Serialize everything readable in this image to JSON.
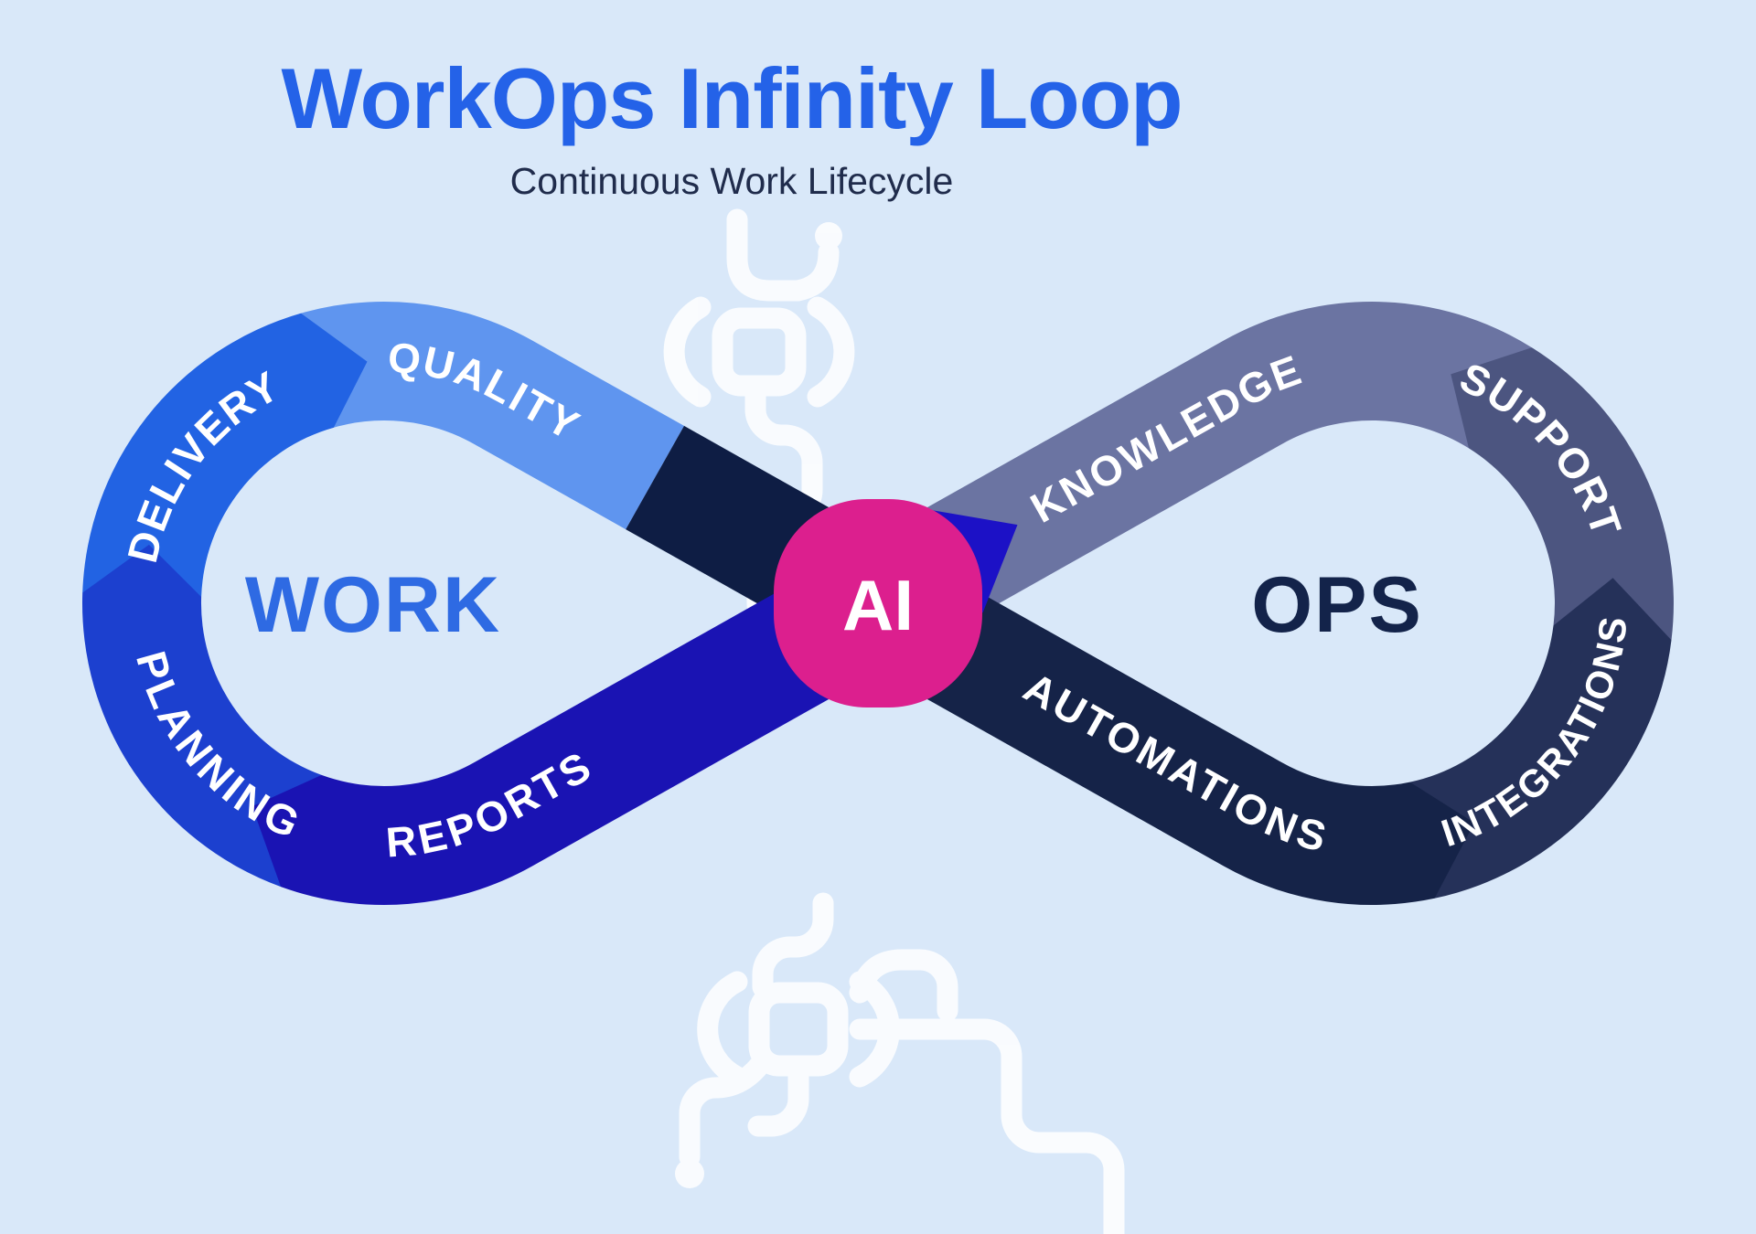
{
  "header": {
    "title": "WorkOps Infinity Loop",
    "title_color": "#2462e8",
    "subtitle": "Continuous Work Lifecycle",
    "subtitle_color": "#202c4c"
  },
  "diagram": {
    "background_color": "#d9e8f9",
    "left_loop": {
      "center_label": "WORK",
      "center_color": "#2e6ae3",
      "segments": [
        {
          "label": "DELIVERY",
          "color": "#2263e3"
        },
        {
          "label": "QUALITY",
          "color": "#5f95ef"
        },
        {
          "label": "PLANNING",
          "color": "#1c40cf"
        },
        {
          "label": "REPORTS",
          "color": "#1a13b3"
        }
      ]
    },
    "right_loop": {
      "center_label": "OPS",
      "center_color": "#13234a",
      "segments": [
        {
          "label": "KNOWLEDGE",
          "color": "#6b74a2"
        },
        {
          "label": "SUPPORT",
          "color": "#4c5580"
        },
        {
          "label": "INTEGRATIONS",
          "color": "#253159"
        },
        {
          "label": "AUTOMATIONS",
          "color": "#152348"
        }
      ]
    },
    "crossing": {
      "descending_color": "#0e1d44",
      "ascending_color": "#1c11c6"
    },
    "ai_node": {
      "label": "AI",
      "color": "#dc1f8e",
      "text_color": "#ffffff"
    }
  }
}
